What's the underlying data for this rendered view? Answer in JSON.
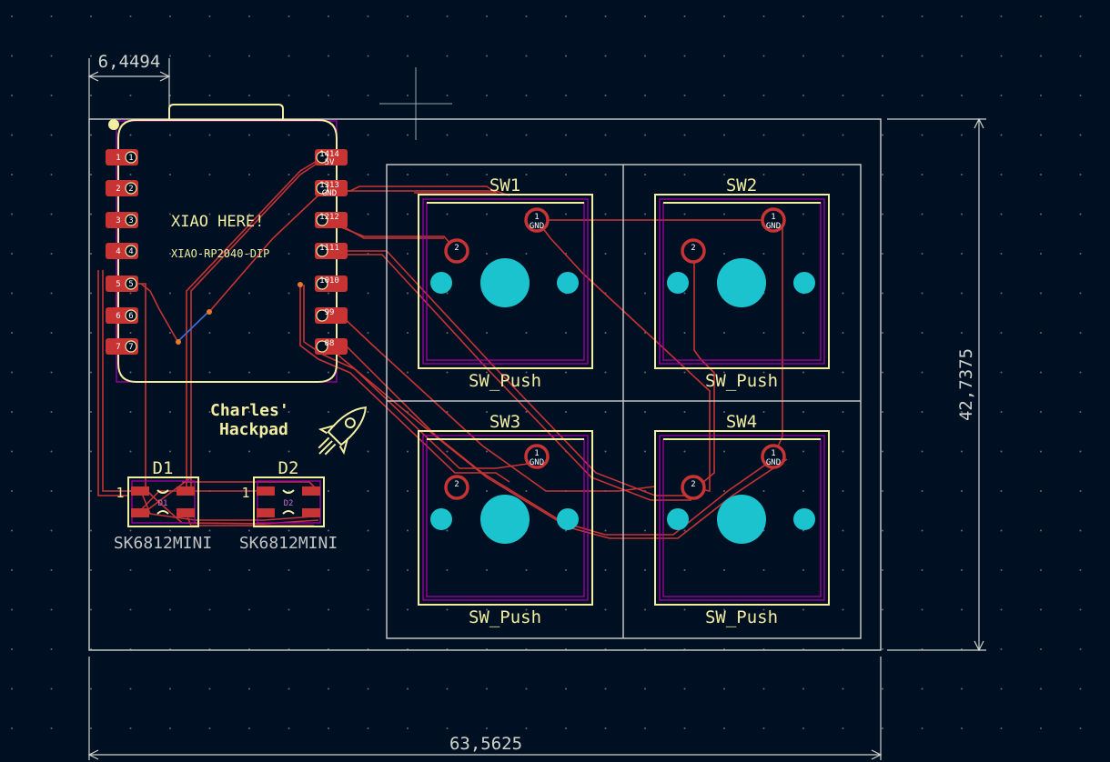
{
  "dimensions": {
    "top_width": "6,4494",
    "right_height": "42,7375",
    "bottom_width": "63,5625"
  },
  "xiao": {
    "label": "XIAO HERE!",
    "value": "XIAO-RP2040-DIP",
    "left_pads": [
      "1",
      "2",
      "3",
      "4",
      "5",
      "6",
      "7"
    ],
    "right_pads": [
      "14",
      "13",
      "12",
      "11",
      "10",
      "9",
      "8"
    ],
    "right_pad_nets": [
      "5V",
      "GND",
      "",
      "",
      "",
      "",
      ""
    ]
  },
  "switches": [
    {
      "ref": "SW1",
      "value": "SW_Push",
      "pad1_net": "GND",
      "pad1": "1",
      "pad2": "2"
    },
    {
      "ref": "SW2",
      "value": "SW_Push",
      "pad1_net": "GND",
      "pad1": "1",
      "pad2": "2"
    },
    {
      "ref": "SW3",
      "value": "SW_Push",
      "pad1_net": "GND",
      "pad1": "1",
      "pad2": "2"
    },
    {
      "ref": "SW4",
      "value": "SW_Push",
      "pad1_net": "GND",
      "pad1": "1",
      "pad2": "2"
    }
  ],
  "leds": [
    {
      "ref": "D1",
      "value": "SK6812MINI",
      "fab_ref": "D1",
      "pin1": "1"
    },
    {
      "ref": "D2",
      "value": "SK6812MINI",
      "fab_ref": "D2",
      "pin1": "1"
    }
  ],
  "logo": {
    "line1": "Charles'",
    "line2": "Hackpad",
    "icon": "rocket-icon"
  },
  "colors": {
    "background": "#001023",
    "silkscreen": "#f2eda1",
    "copper": "#c83434",
    "holes": "#1ac3cd",
    "edge_cuts": "#d0d2cd",
    "fab": "#a600a6"
  }
}
